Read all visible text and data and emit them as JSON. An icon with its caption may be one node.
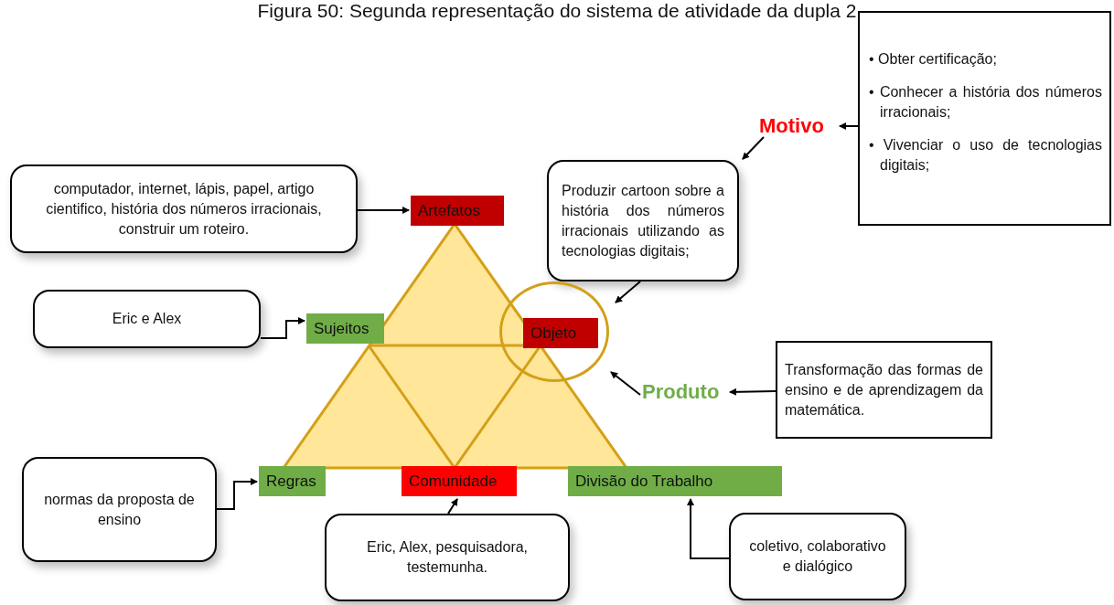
{
  "diagram": {
    "title": "Figura 50: Segunda representação do sistema de atividade da dupla 2",
    "nodes": [
      {
        "text": [
          "• Obter certificação;",
          "• Conhecer a história dos números irracionais;",
          "• Vivenciar o uso de tecnologias digitais;"
        ]
      },
      {
        "text": [
          "Motivo"
        ]
      },
      {
        "text": [
          "Produzir cartoon sobre a história dos números irracionais utilizando as tecnologias digitais;"
        ]
      },
      {
        "text": [
          "computador, internet, lápis, papel, artigo cientifico, história dos números irracionais, construir um roteiro."
        ]
      },
      {
        "text": [
          "Artefatos"
        ]
      },
      {
        "text": [
          "Eric e Alex"
        ]
      },
      {
        "text": [
          "Sujeitos"
        ]
      },
      {
        "text": [],
        "shape": "circle"
      },
      {
        "text": [
          "Objeto"
        ],
        "in": 7
      },
      {
        "text": [
          "Produto"
        ]
      },
      {
        "text": [
          "Transformação das formas de ensino e de aprendizagem da matemática."
        ]
      },
      {
        "text": [
          "normas da proposta de ensino"
        ]
      },
      {
        "text": [
          "Regras"
        ]
      },
      {
        "text": [
          "Comunidade"
        ]
      },
      {
        "text": [
          "Divisão do Trabalho"
        ]
      },
      {
        "text": [
          "Eric, Alex, pesquisadora, testemunha."
        ]
      },
      {
        "text": [
          "coletivo, colaborativo e dialógico"
        ]
      }
    ],
    "edges": [
      {
        "from": 0,
        "to": 1,
        "arrow": "to"
      },
      {
        "from": 1,
        "to": 2,
        "arrow": "to"
      },
      {
        "from": 3,
        "to": 4,
        "arrow": "to"
      },
      {
        "from": 5,
        "to": 6,
        "arrow": "to"
      },
      {
        "from": 2,
        "to": 7,
        "arrow": "to"
      },
      {
        "from": 9,
        "to": 7,
        "arrow": "to"
      },
      {
        "from": 10,
        "to": 9,
        "arrow": "to"
      },
      {
        "from": 11,
        "to": 12,
        "arrow": "to"
      },
      {
        "from": 15,
        "to": 13,
        "arrow": "to"
      },
      {
        "from": 16,
        "to": 14,
        "arrow": "to"
      }
    ]
  }
}
